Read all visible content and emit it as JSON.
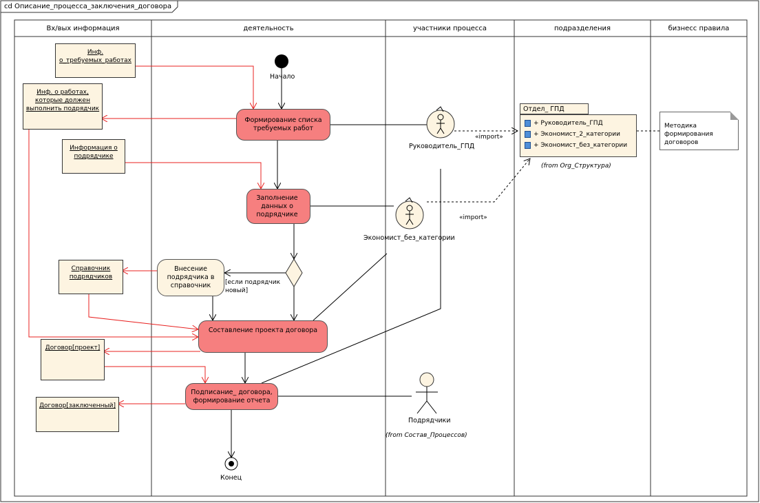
{
  "diagram": {
    "frame_title": "cd Описание_процесса_заключения_договора",
    "lanes": [
      "Вх/вых информация",
      "деятельность",
      "участники процесса",
      "подразделения",
      "бизнесс правила"
    ],
    "start_label": "Начало",
    "end_label": "Конец",
    "actions": {
      "form_list": "Формирование списка требуемых работ",
      "fill_data": "Заполнение данных о подрядчике",
      "add_ref": "Внесение подрядчика в справочник",
      "draft": "Составление проекта договора",
      "sign": "Подписание_ договора, формирование отчета"
    },
    "guard": "[если подрядчик новый]",
    "objects": {
      "req_works": "Инф. о_требуемых_работах",
      "works_info": "Инф. о работах, которые должен выполнить подрядчик",
      "contractor_info": "Информация о подрядчике",
      "ref_book": "Справочник подрядчиков",
      "contract_draft": "Договор[проект]",
      "contract_done": "Договор[заключенный]"
    },
    "actors": {
      "head": "Руководитель_ГПД",
      "economist": "Экономист_без_категории",
      "contractors": "Подрядчики",
      "contractors_from": "(from Состав_Процессов)"
    },
    "package": {
      "name": "Отдел_ ГПД",
      "items": [
        "+ Руководитель_ГПД",
        "+ Экономист_2_категории",
        "+ Экономист_без_категории"
      ],
      "from": "(from Org_Структура)"
    },
    "import_label_1": "«import»",
    "import_label_2": "«import»",
    "rule_note": "Методика формирования договоров",
    "colors": {
      "action": "#f67f7f",
      "object": "#fdf4e1",
      "flow_red": "#e8201f",
      "border": "#333333"
    }
  }
}
